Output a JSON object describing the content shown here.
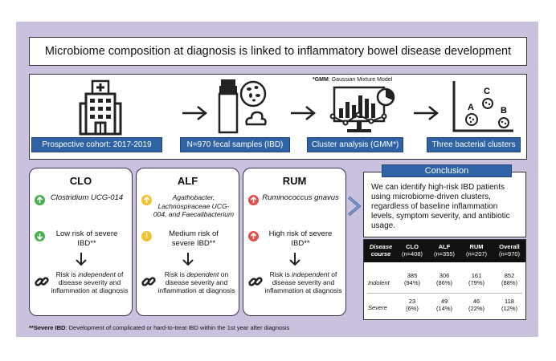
{
  "title": "Microbiome composition at diagnosis is linked to inflammatory bowel disease development",
  "workflow": {
    "gmm_note_bold": "*GMM",
    "gmm_note_rest": ": Gaussian Mixture Model",
    "steps": [
      {
        "label": "Prospective cohort: 2017-2019",
        "icon": "hospital-icon"
      },
      {
        "label": "N=970 fecal samples (IBD)",
        "icon": "sample-jar-icon"
      },
      {
        "label": "Cluster analysis (GMM*)",
        "icon": "cluster-analysis-icon"
      },
      {
        "label": "Three bacterial clusters",
        "icon": "scatter-clusters-icon"
      }
    ],
    "cluster_letters": [
      "A",
      "B",
      "C"
    ]
  },
  "cards": [
    {
      "name": "CLO",
      "taxa": "Clostridium UCG-014",
      "risk": "Low risk of severe IBD**",
      "risk_indicator": "down-arrow-green",
      "dependence_pre": "Risk is ",
      "dependence_key": "independent",
      "dependence_post": " of disease severity and inflammation at diagnosis"
    },
    {
      "name": "ALF",
      "taxa": "Agathobacter, Lachnospiraceae UCG-004, and Faecalibacterium",
      "risk": "Medium risk of severe IBD**",
      "risk_indicator": "exclamation-yellow",
      "dependence_pre": "Risk is ",
      "dependence_key": "dependent",
      "dependence_post": " on disease severity and inflammation at diagnosis"
    },
    {
      "name": "RUM",
      "taxa": "Ruminococcus gnavus",
      "risk": "High risk of severe IBD**",
      "risk_indicator": "up-arrow-red",
      "dependence_pre": "Risk is ",
      "dependence_key": "independent",
      "dependence_post": " of disease severity and inflammation at diagnosis"
    }
  ],
  "conclusion": {
    "header": "Conclusion",
    "text": "We can identify high-risk IBD patients using microbiome-driven clusters, regardless of baseline inflammation levels, symptom severity, and antibiotic usage."
  },
  "table": {
    "corner": [
      "Disease",
      "course"
    ],
    "columns": [
      {
        "name": "CLO",
        "n": "(n=408)"
      },
      {
        "name": "ALF",
        "n": "(n=355)"
      },
      {
        "name": "RUM",
        "n": "(n=207)"
      },
      {
        "name": "Overall",
        "n": "(n=970)"
      }
    ],
    "rows": [
      {
        "label": "Indolent",
        "cells": [
          [
            "385",
            "(94%)"
          ],
          [
            "306",
            "(86%)"
          ],
          [
            "161",
            "(79%)"
          ],
          [
            "852",
            "(88%)"
          ]
        ]
      },
      {
        "label": "Severe",
        "cells": [
          [
            "23",
            "(6%)"
          ],
          [
            "49",
            "(14%)"
          ],
          [
            "46",
            "(22%)"
          ],
          [
            "118",
            "(12%)"
          ]
        ]
      }
    ]
  },
  "footnote": {
    "bold": "**Severe IBD",
    "rest": ": Development of complicated or hard-to-treat IBD within the 1st year after diagnosis"
  },
  "colors": {
    "panel": "#c9c1de",
    "step_blue": "#2f63a6",
    "green": "#4caf50",
    "yellow": "#f2c230",
    "red": "#e0504a",
    "chevron": "#4a6fb0"
  }
}
